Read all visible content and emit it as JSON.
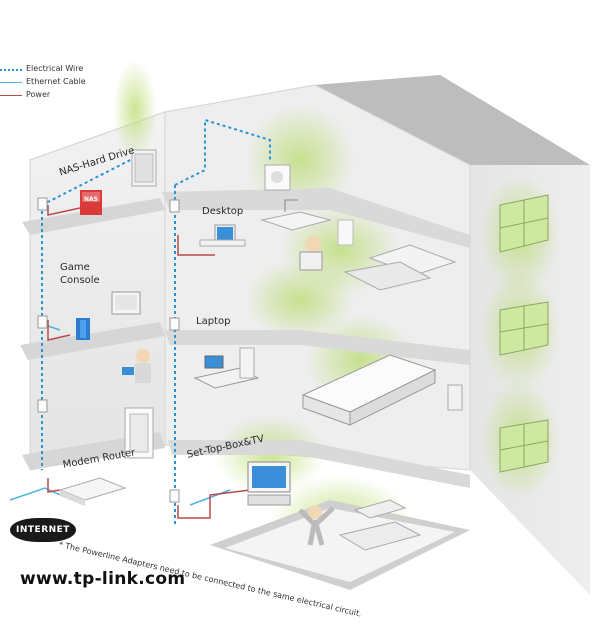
{
  "legend": {
    "items": [
      {
        "label": "Electrical Wire",
        "color": "#2a95d3",
        "style": "dotted"
      },
      {
        "label": "Ethernet Cable",
        "color": "#4db3e0",
        "style": "solid"
      },
      {
        "label": "Power",
        "color": "#b84a4a",
        "style": "solid"
      }
    ]
  },
  "rooms": {
    "nas": "NAS-Hard Drive",
    "desktop": "Desktop",
    "game_console_line1": "Game",
    "game_console_line2": "Console",
    "laptop": "Laptop",
    "modem_router": "Modem Router",
    "settop": "Set-Top-Box&TV"
  },
  "devices": {
    "nas_box_label": "NAS"
  },
  "internet_label": "INTERNET",
  "footnote": "* The Powerline Adapters need to be connected to the same electrical circuit.",
  "website": "www.tp-link.com",
  "colors": {
    "glow": "#c8e68a",
    "wall": "#e9e9e9",
    "wall_dark": "#cfcfcf",
    "floor": "#dcdcdc",
    "electrical": "#2a95d3",
    "ethernet": "#4db3e0",
    "power": "#b84a4a"
  }
}
